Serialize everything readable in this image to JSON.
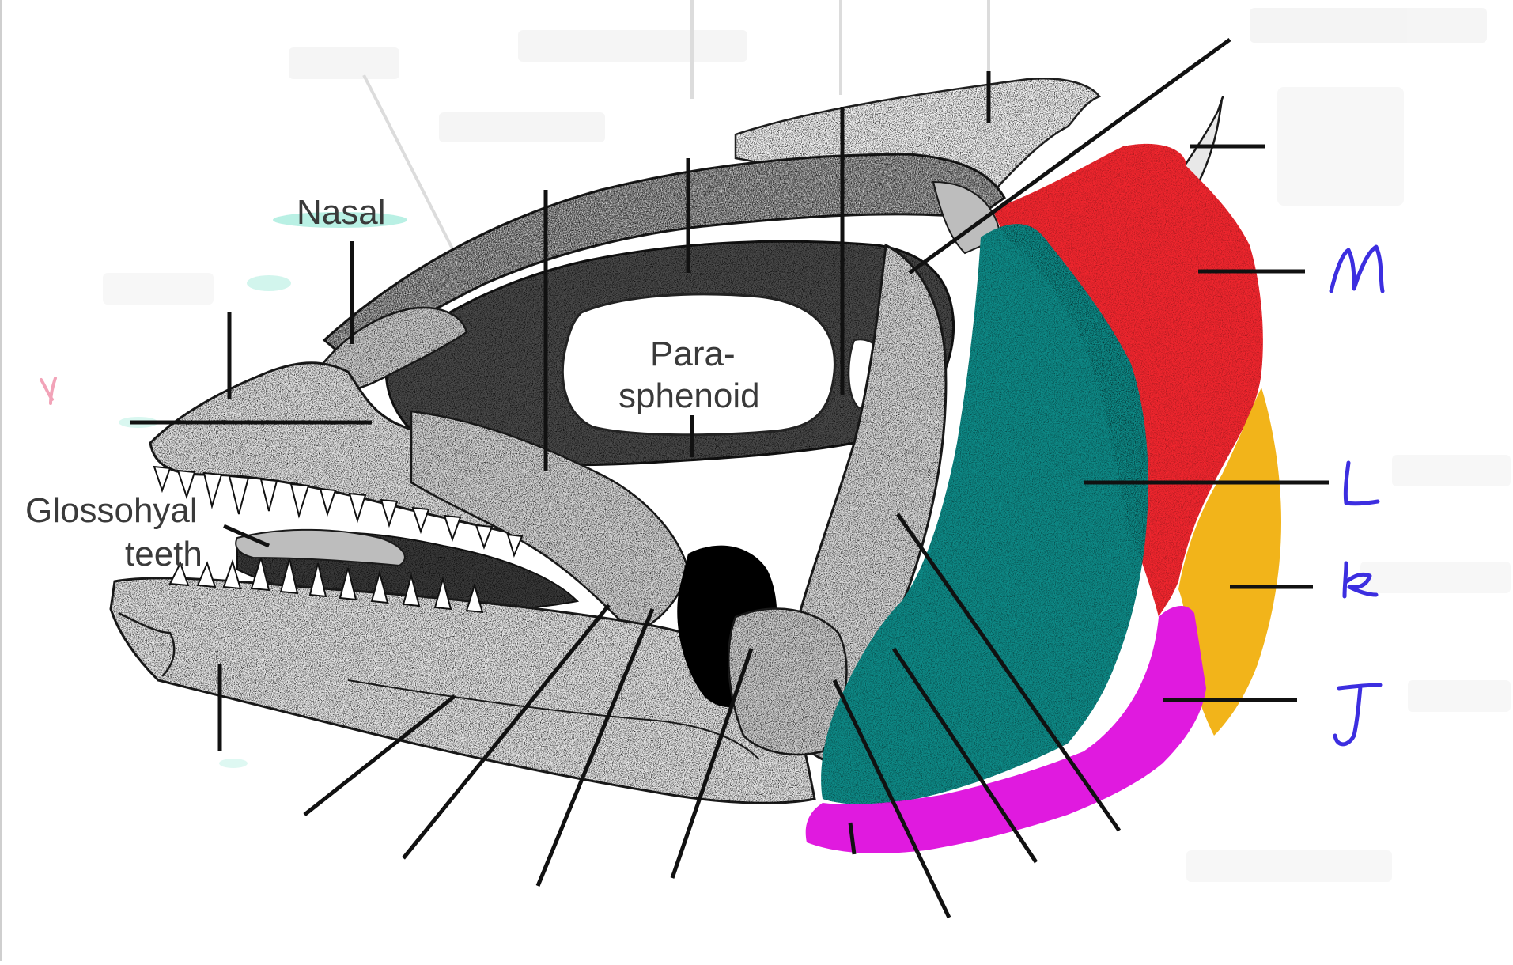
{
  "labels": {
    "nasal": "Nasal",
    "glossohyal_line1": "Glossohyal",
    "glossohyal_line2": "teeth",
    "parasphenoid_line1": "Para-",
    "parasphenoid_line2": "sphenoid"
  },
  "handwritten_marks": [
    "M",
    "L",
    "K",
    "J"
  ],
  "region_colors": {
    "M": "#f0262e",
    "L": "#0e8a87",
    "K": "#f2b41a",
    "J": "#e01adf"
  },
  "ink_color": "#3c2ee0"
}
